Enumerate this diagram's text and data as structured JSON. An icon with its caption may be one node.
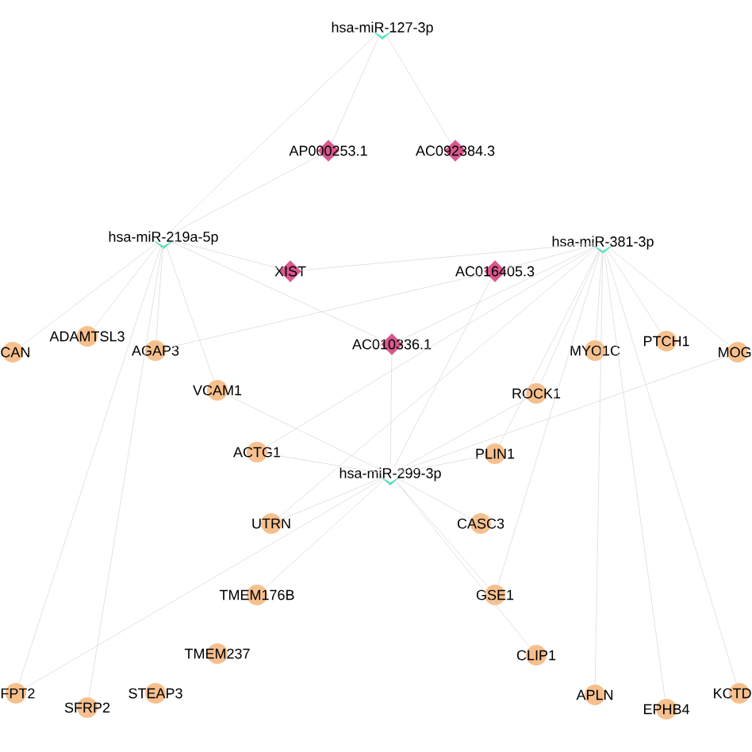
{
  "diagram": {
    "nodes": [
      {
        "text": [
          "hsa-miR-127-3p"
        ]
      },
      {
        "text": [
          "AP000253.1"
        ]
      },
      {
        "text": [
          "AC092384.3"
        ]
      },
      {
        "text": [
          "hsa-miR-219a-5p"
        ]
      },
      {
        "text": [
          "hsa-miR-381-3p"
        ]
      },
      {
        "text": [
          "XIST"
        ]
      },
      {
        "text": [
          "AC016405.3"
        ]
      },
      {
        "text": [
          "CAN"
        ]
      },
      {
        "text": [
          "ADAMTSL3"
        ]
      },
      {
        "text": [
          "AGAP3"
        ]
      },
      {
        "text": [
          "AC010336.1"
        ]
      },
      {
        "text": [
          "MYO1C"
        ]
      },
      {
        "text": [
          "PTCH1"
        ]
      },
      {
        "text": [
          "MOG"
        ]
      },
      {
        "text": [
          "VCAM1"
        ]
      },
      {
        "text": [
          "ROCK1"
        ]
      },
      {
        "text": [
          "ACTG1"
        ]
      },
      {
        "text": [
          "PLIN1"
        ]
      },
      {
        "text": [
          "hsa-miR-299-3p"
        ]
      },
      {
        "text": [
          "UTRN"
        ]
      },
      {
        "text": [
          "CASC3"
        ]
      },
      {
        "text": [
          "TMEM176B"
        ]
      },
      {
        "text": [
          "GSE1"
        ]
      },
      {
        "text": [
          "TMEM237"
        ]
      },
      {
        "text": [
          "CLIP1"
        ]
      },
      {
        "text": [
          "FPT2"
        ]
      },
      {
        "text": [
          "SFRP2"
        ]
      },
      {
        "text": [
          "STEAP3"
        ]
      },
      {
        "text": [
          "APLN"
        ]
      },
      {
        "text": [
          "EPHB4"
        ]
      },
      {
        "text": [
          "KCTD"
        ]
      }
    ],
    "edges": [
      {
        "from": 0,
        "to": 1,
        "arrow": "none"
      },
      {
        "from": 0,
        "to": 2,
        "arrow": "none"
      },
      {
        "from": 0,
        "to": 3,
        "arrow": "none"
      },
      {
        "from": 3,
        "to": 1,
        "arrow": "none"
      },
      {
        "from": 3,
        "to": 5,
        "arrow": "none"
      },
      {
        "from": 3,
        "to": 10,
        "arrow": "none"
      },
      {
        "from": 4,
        "to": 5,
        "arrow": "none"
      },
      {
        "from": 4,
        "to": 6,
        "arrow": "none"
      },
      {
        "from": 4,
        "to": 10,
        "arrow": "none"
      },
      {
        "from": 18,
        "to": 10,
        "arrow": "none"
      },
      {
        "from": 18,
        "to": 6,
        "arrow": "none"
      },
      {
        "from": 6,
        "to": 9,
        "arrow": "none"
      },
      {
        "from": 3,
        "to": 7,
        "arrow": "none"
      },
      {
        "from": 3,
        "to": 8,
        "arrow": "none"
      },
      {
        "from": 3,
        "to": 9,
        "arrow": "none"
      },
      {
        "from": 3,
        "to": 14,
        "arrow": "none"
      },
      {
        "from": 3,
        "to": 25,
        "arrow": "none"
      },
      {
        "from": 3,
        "to": 26,
        "arrow": "none"
      },
      {
        "from": 4,
        "to": 11,
        "arrow": "none"
      },
      {
        "from": 4,
        "to": 12,
        "arrow": "none"
      },
      {
        "from": 4,
        "to": 13,
        "arrow": "none"
      },
      {
        "from": 4,
        "to": 15,
        "arrow": "none"
      },
      {
        "from": 4,
        "to": 17,
        "arrow": "none"
      },
      {
        "from": 4,
        "to": 22,
        "arrow": "none"
      },
      {
        "from": 4,
        "to": 28,
        "arrow": "none"
      },
      {
        "from": 4,
        "to": 29,
        "arrow": "none"
      },
      {
        "from": 4,
        "to": 30,
        "arrow": "none"
      },
      {
        "from": 4,
        "to": 16,
        "arrow": "none"
      },
      {
        "from": 4,
        "to": 19,
        "arrow": "none"
      },
      {
        "from": 18,
        "to": 14,
        "arrow": "none"
      },
      {
        "from": 18,
        "to": 16,
        "arrow": "none"
      },
      {
        "from": 18,
        "to": 19,
        "arrow": "none"
      },
      {
        "from": 18,
        "to": 21,
        "arrow": "none"
      },
      {
        "from": 18,
        "to": 17,
        "arrow": "none"
      },
      {
        "from": 18,
        "to": 20,
        "arrow": "none"
      },
      {
        "from": 18,
        "to": 22,
        "arrow": "none"
      },
      {
        "from": 18,
        "to": 24,
        "arrow": "none"
      },
      {
        "from": 18,
        "to": 15,
        "arrow": "none"
      },
      {
        "from": 18,
        "to": 25,
        "arrow": "none"
      },
      {
        "from": 18,
        "to": 13,
        "arrow": "none"
      }
    ]
  }
}
